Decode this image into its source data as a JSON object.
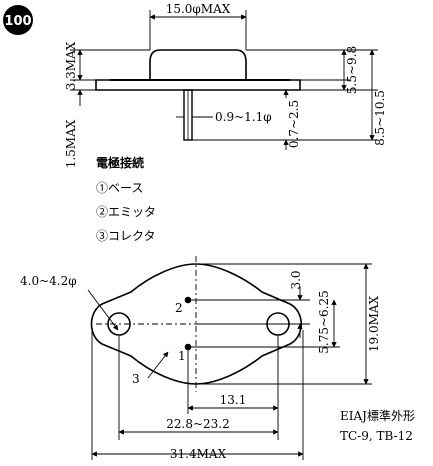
{
  "badge": "100",
  "side_view": {
    "width_label": "15.0φMAX",
    "cap_height_label": "3.3MAX",
    "lead_length_label": "1.5MAX",
    "lead_diameter_label": "0.9~1.1φ",
    "lead_gap_label": "0.7~2.5",
    "height_right_label": "5.5~9.8",
    "total_height_label": "8.5~10.5"
  },
  "electrodes": {
    "heading": "電極接続",
    "items": [
      "①ベース",
      "②エミッタ",
      "③コレクタ"
    ]
  },
  "top_view": {
    "hole_label": "4.0~4.2φ",
    "pin2_label": "2",
    "pin1_label": "1",
    "case_label": "3",
    "pin_spacing_label": "3.0",
    "inner_height_label": "5.75~6.25",
    "outer_height_label": "19.0MAX",
    "pitch_small_label": "13.1",
    "pitch_large_label": "22.8~23.2",
    "total_width_label": "31.4MAX"
  },
  "standard": {
    "line1": "EIAJ標準外形",
    "line2": "TC-9, TB-12"
  }
}
